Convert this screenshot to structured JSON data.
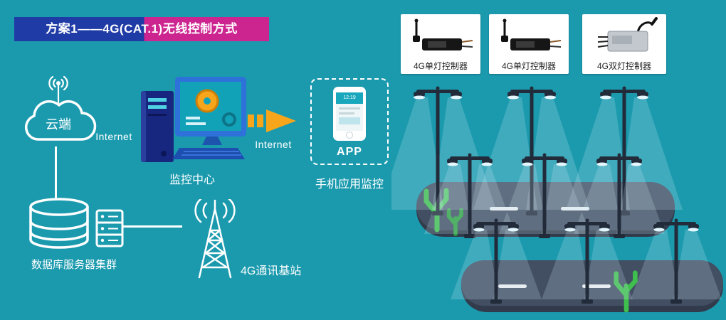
{
  "title": {
    "text": "方案1——4G(CAT.1)无线控制方式"
  },
  "cloud": {
    "label": "云端"
  },
  "links": {
    "internet_left": "Internet",
    "internet_right": "Internet"
  },
  "monitor_center": {
    "label": "监控中心"
  },
  "app": {
    "label": "APP",
    "caption": "手机应用监控",
    "phone_time": "12:19"
  },
  "database": {
    "label": "数据库服务器集群"
  },
  "base_station": {
    "label": "4G通讯基站"
  },
  "controllers": [
    {
      "label": "4G单灯控制器"
    },
    {
      "label": "4G单灯控制器"
    },
    {
      "label": "4G双灯控制器"
    }
  ],
  "colors": {
    "background": "#1b9aae",
    "banner_blue": "#1f3ba6",
    "banner_magenta": "#cd2590",
    "arrow_orange": "#f7a51b",
    "platform_dark": "#313b4b",
    "platform_top": "#424e62",
    "tree_green": "#3fbf4e",
    "white": "#ffffff"
  }
}
